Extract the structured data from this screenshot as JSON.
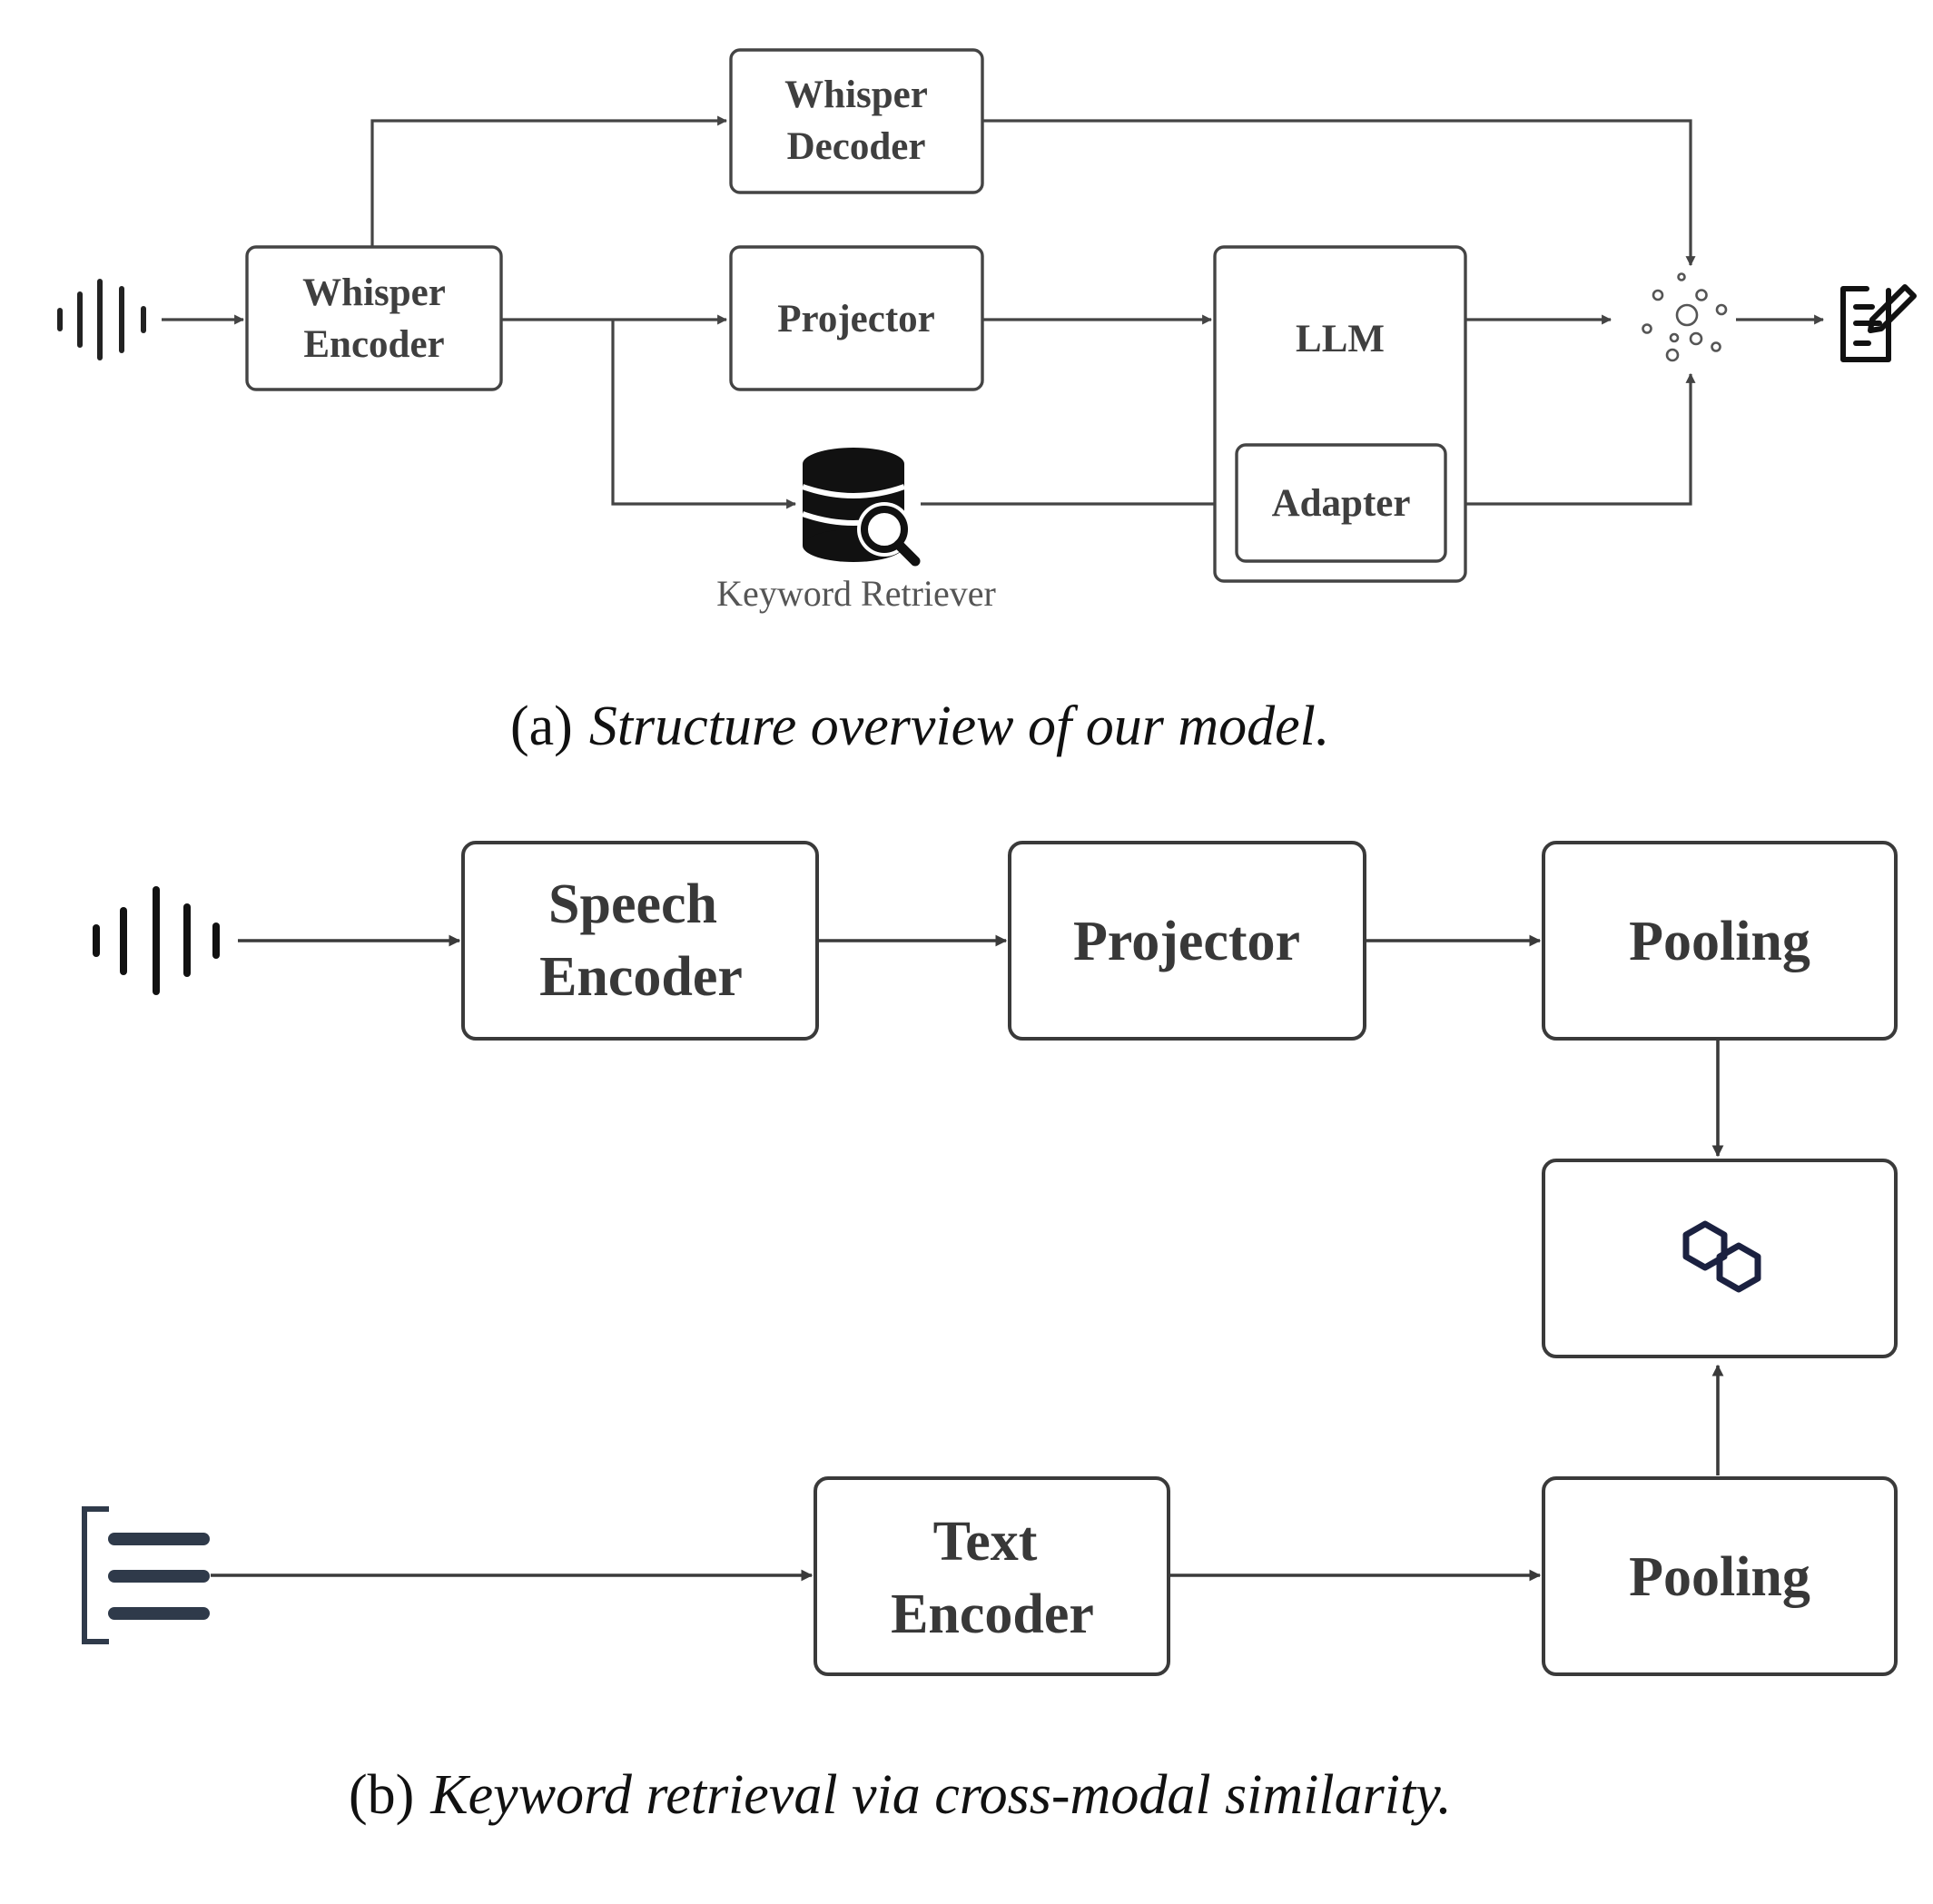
{
  "panel_a": {
    "whisper_decoder": [
      "Whisper",
      "Decoder"
    ],
    "whisper_encoder": [
      "Whisper",
      "Encoder"
    ],
    "projector": "Projector",
    "llm": "LLM",
    "adapter": "Adapter",
    "keyword_retriever": "Keyword Retriever",
    "caption_label": "(a)",
    "caption_text": "Structure overview of our model."
  },
  "panel_b": {
    "speech_encoder": [
      "Speech",
      "Encoder"
    ],
    "projector": "Projector",
    "pooling_top": "Pooling",
    "text_encoder": [
      "Text",
      "Encoder"
    ],
    "pooling_bottom": "Pooling",
    "caption_label": "(b)",
    "caption_text": "Keyword retrieval via cross-modal similarity."
  },
  "icons": {
    "audio_in_a": "waveform-icon",
    "database": "database-search-icon",
    "fusion": "fusion-dots-icon",
    "output": "document-edit-icon",
    "audio_in_b": "waveform-icon",
    "text_in": "text-lines-icon",
    "similarity": "linked-hexagons-icon"
  },
  "colors": {
    "stroke": "#444444",
    "hexagon": "#1b2140",
    "text_lines": "#2f3a4a"
  }
}
